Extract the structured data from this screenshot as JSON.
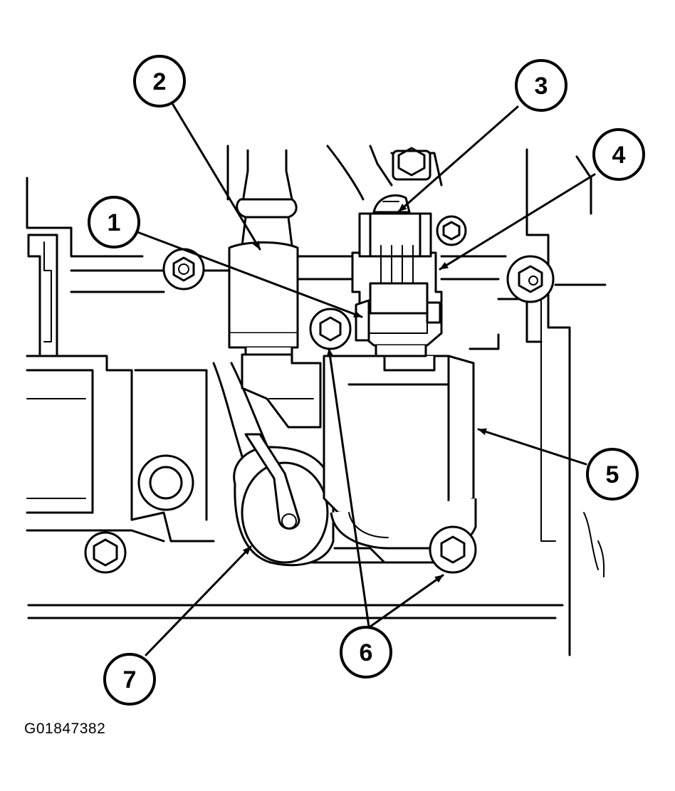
{
  "figure": {
    "id_label": "G01847382",
    "line_color": "#000000",
    "background": "#ffffff"
  },
  "callouts": [
    {
      "id": "1",
      "label": "1"
    },
    {
      "id": "2",
      "label": "2"
    },
    {
      "id": "3",
      "label": "3"
    },
    {
      "id": "4",
      "label": "4"
    },
    {
      "id": "5",
      "label": "5"
    },
    {
      "id": "6",
      "label": "6"
    },
    {
      "id": "7",
      "label": "7"
    }
  ]
}
